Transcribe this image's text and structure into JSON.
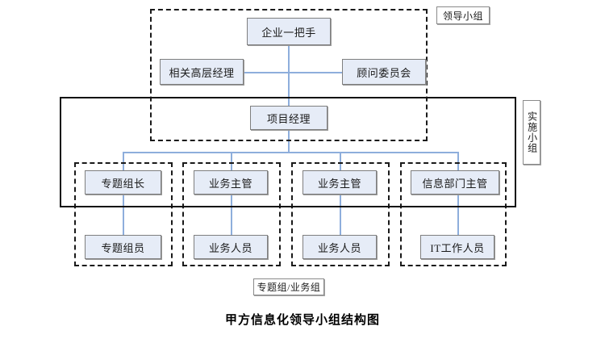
{
  "diagram": {
    "title": "甲方信息化领导小组结构图",
    "type": "organizational-chart",
    "colors": {
      "node_fill": "#e6ecf7",
      "node_border": "#7f7f7f",
      "connector": "#8eaedc",
      "frame_solid": "#111111",
      "frame_dashed": "#1a1a1a",
      "background": "#ffffff"
    },
    "nodes": {
      "top_leader": "企业一把手",
      "senior_managers": "相关高层经理",
      "advisory_committee": "顾问委员会",
      "project_manager": "项目经理",
      "topic_group_leader": "专题组长",
      "business_supervisor_1": "业务主管",
      "business_supervisor_2": "业务主管",
      "it_department_head": "信息部门主管",
      "topic_group_member": "专题组员",
      "business_staff_1": "业务人员",
      "business_staff_2": "业务人员",
      "it_staff": "IT工作人员"
    },
    "tags": {
      "leadership_group": "领导小组",
      "implementation_group": "实施小组",
      "topic_business_group": "专题组/业务组"
    }
  }
}
